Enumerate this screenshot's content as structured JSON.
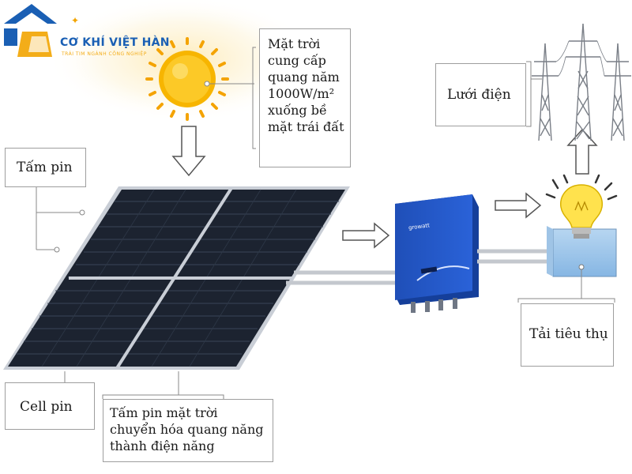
{
  "brand": {
    "name": "CƠ KHÍ VIỆT HÀN",
    "tagline": "TRÁI TIM NGÀNH CÔNG NGHIỆP"
  },
  "labels": {
    "sun": [
      "Mặt trời",
      "cung cấp",
      "quang năm",
      "1000W/m²",
      "xuống bề",
      "mặt trái đất"
    ],
    "panel": "Tấm pin",
    "grid": "Lưới điện",
    "load": "Tải tiêu thụ",
    "cell": "Cell pin",
    "conversion": [
      "Tấm pin mặt trời",
      "chuyển hóa quang năng",
      "thành điện năng"
    ]
  },
  "inverter": {
    "brand": "growatt"
  },
  "icons": {
    "sun": "sun-icon",
    "bulb": "light-bulb-icon",
    "pylon": "power-pylon-icon",
    "logo": "company-logo"
  },
  "colors": {
    "panel": "#1c2330",
    "panel_frame": "#c9ced6",
    "inverter": "#2257c9",
    "sun": "#f7b500",
    "load_box": "#9ec7ea",
    "brand_blue": "#1a5fb4",
    "brand_yellow": "#f2a400"
  }
}
